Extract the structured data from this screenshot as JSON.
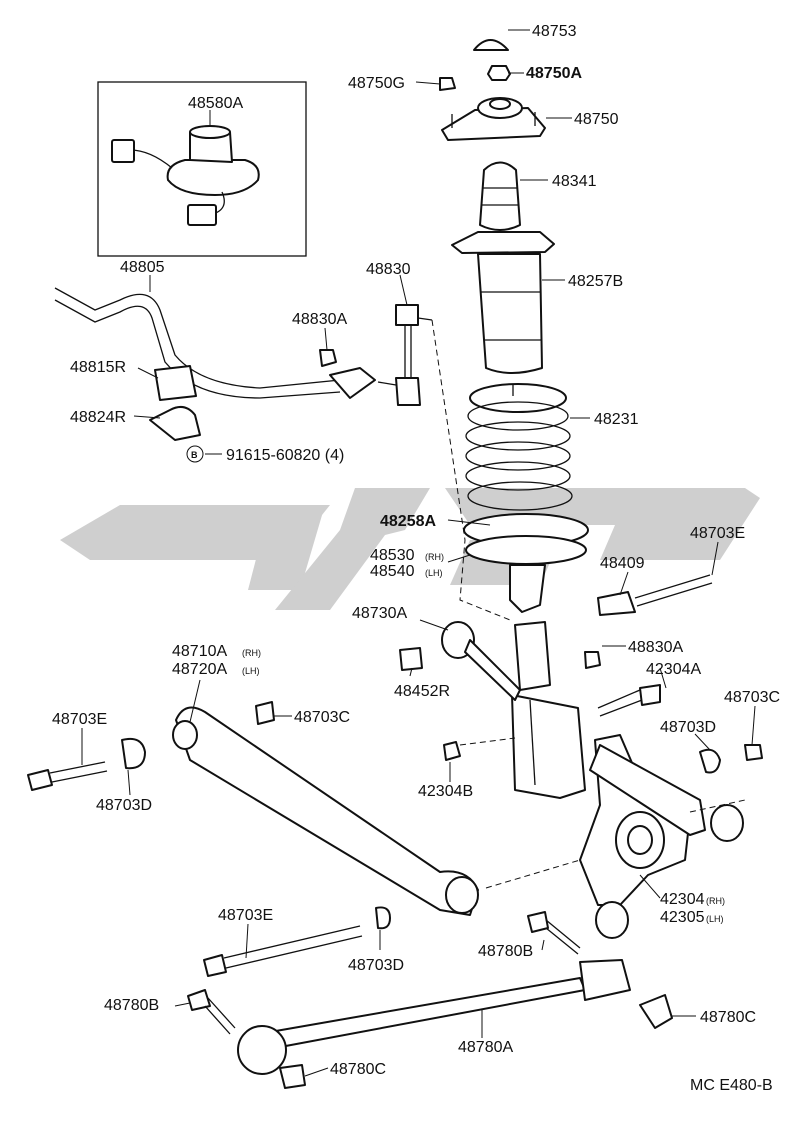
{
  "diagram_code": "MC E480-B",
  "parts": {
    "p48753": "48753",
    "p48750A": "48750A",
    "p48750G": "48750G",
    "p48750": "48750",
    "p48580A": "48580A",
    "p48341": "48341",
    "p48805": "48805",
    "p48830": "48830",
    "p48257B": "48257B",
    "p48830A_top": "48830A",
    "p48815R": "48815R",
    "p48824R": "48824R",
    "p48231": "48231",
    "bolt_ref_marker": "B",
    "bolt_ref": "91615-60820 (4)",
    "p48258A": "48258A",
    "p48530": "48530",
    "p48530_side": "(RH)",
    "p48540": "48540",
    "p48540_side": "(LH)",
    "p48703E_right": "48703E",
    "p48409": "48409",
    "p48730A": "48730A",
    "p48830A_mid": "48830A",
    "p48710A": "48710A",
    "p48710A_side": "(RH)",
    "p48720A": "48720A",
    "p48720A_side": "(LH)",
    "p42304A": "42304A",
    "p48452R": "48452R",
    "p48703C_right": "48703C",
    "p48703E_left": "48703E",
    "p48703C_mid": "48703C",
    "p48703D_right": "48703D",
    "p42304B": "42304B",
    "p48703D_left": "48703D",
    "p42304": "42304",
    "p42304_side": "(RH)",
    "p42305": "42305",
    "p42305_side": "(LH)",
    "p48703E_bottom": "48703E",
    "p48780B_mid": "48780B",
    "p48703D_bottom": "48703D",
    "p48780B_left": "48780B",
    "p48780C_right": "48780C",
    "p48780A": "48780A",
    "p48780C_bottom": "48780C"
  }
}
